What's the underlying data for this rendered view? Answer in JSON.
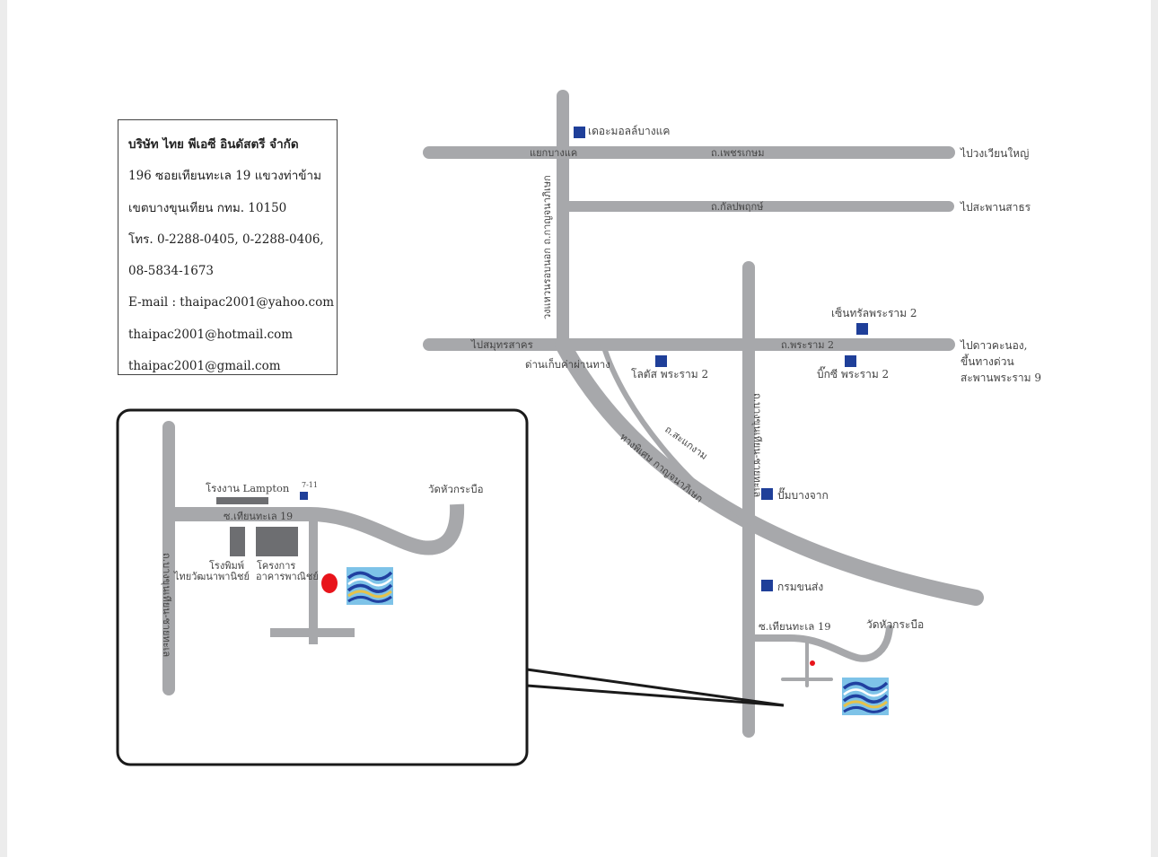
{
  "company": {
    "name": "บริษัท ไทย พีเอซี อินดัสตรี จำกัด",
    "address1": "196 ซอยเทียนทะเล 19  แขวงท่าข้าม",
    "address2": "เขตบางขุนเทียน กทม. 10150",
    "phone": "โทร. 0-2288-0405, 0-2288-0406,",
    "mobile": "08-5834-1673",
    "email1": "E-mail : thaipac2001@yahoo.com",
    "email2": "thaipac2001@hotmail.com",
    "email3": "thaipac2001@gmail.com"
  },
  "main_map": {
    "roads": {
      "phetkasem": "ถ.เพชรเกษม",
      "kalapaphruek": "ถ.กัลปพฤกษ์",
      "rama2": "ถ.พระราม 2",
      "kanchana": "วงแหวนรอบนอก ถ.กาญจนาภิเษก",
      "sakaengam": "ถ.สะแกงาม",
      "expressway": "ทางพิเศษ กาญจนาภิเษก",
      "bangkhunthian": "ถ.บางขุนเทียน-ชายทะเล",
      "soi19": "ซ.เทียนทะเล 19"
    },
    "junctions": {
      "bangkhae": "แยกบางแค",
      "tollgate": "ด่านเก็บค่าผ่านทาง"
    },
    "directions": {
      "wongwianyai": "ไปวงเวียนใหญ่",
      "saphansathon": "ไปสะพานสาธร",
      "samutsakhon": "ไปสมุทรสาคร",
      "daokhanong_1": "ไปดาวคะนอง,",
      "daokhanong_2": "ขึ้นทางด่วน",
      "daokhanong_3": "สะพานพระราม 9"
    },
    "landmarks": {
      "themall": "เดอะมอลล์บางแค",
      "central": "เซ็นทรัลพระราม 2",
      "lotus": "โลตัส พระราม 2",
      "bigc": "บิ๊กซี พระราม 2",
      "pumpbangchak": "ปั๊มบางจาก",
      "fisheries": "กรมขนส่ง",
      "wat": "วัดหัวกระบือ"
    },
    "landmark_color": "#1f3f99"
  },
  "inset_map": {
    "factory_lampton": "โรงงาน Lampton",
    "seven_eleven": "7-11",
    "wat": "วัดหัวกระบือ",
    "soi19": "ซ.เทียนทะเล 19",
    "printing_1": "โรงพิมพ์",
    "printing_2": "ไทยวัฒนาพานิชย์",
    "project_1": "โครงการ",
    "project_2": "อาคารพาณิชย์",
    "road": "ถ.บางขุนเทียน-ชายทะเล",
    "marker_color": "#e8141b"
  },
  "icons": {
    "logo": "company-wave-logo-icon",
    "landmark": "landmark-square-icon"
  }
}
